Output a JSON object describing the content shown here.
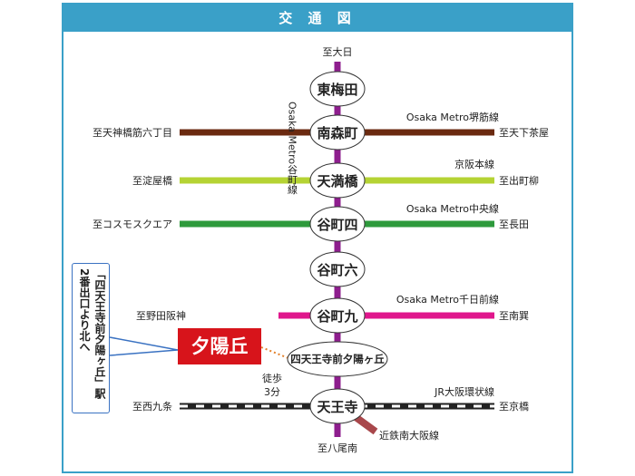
{
  "title": "交 通 図",
  "metro_tanimachi_line": "Osaka Metro谷町線",
  "directions": {
    "north": "至大日",
    "south": "至八尾南"
  },
  "stations": [
    "東梅田",
    "南森町",
    "天満橋",
    "谷町四",
    "谷町六",
    "谷町九",
    "天王寺"
  ],
  "shitennoji_station": "四天王寺前夕陽ヶ丘",
  "walk_label_1": "徒歩",
  "walk_label_2": "3分",
  "lines": {
    "sakaisuji": {
      "name": "Osaka Metro堺筋線",
      "left": "至天神橋筋六丁目",
      "right": "至天下茶屋",
      "color": "#6b2a10"
    },
    "keihan": {
      "name": "京阪本線",
      "left": "至淀屋橋",
      "right": "至出町柳",
      "color": "#b5d334"
    },
    "chuo": {
      "name": "Osaka Metro中央線",
      "left": "至コスモスクエア",
      "right": "至長田",
      "color": "#2e9a3c"
    },
    "sennichimae": {
      "name": "Osaka Metro千日前線",
      "left": "至野田阪神",
      "right": "至南巽",
      "color": "#e0168c"
    },
    "jr_loop": {
      "name": "JR大阪環状線",
      "left": "至西九条",
      "right": "至京橋"
    },
    "kintetsu": {
      "name": "近鉄南大阪線",
      "color": "#a8474b"
    }
  },
  "tanimachi_color": "#8e1e8e",
  "destination_label": "夕陽丘",
  "callout_text": "「四天王寺前夕陽ヶ丘」駅 2番出口より北へ",
  "accent": "#3aa0c8"
}
